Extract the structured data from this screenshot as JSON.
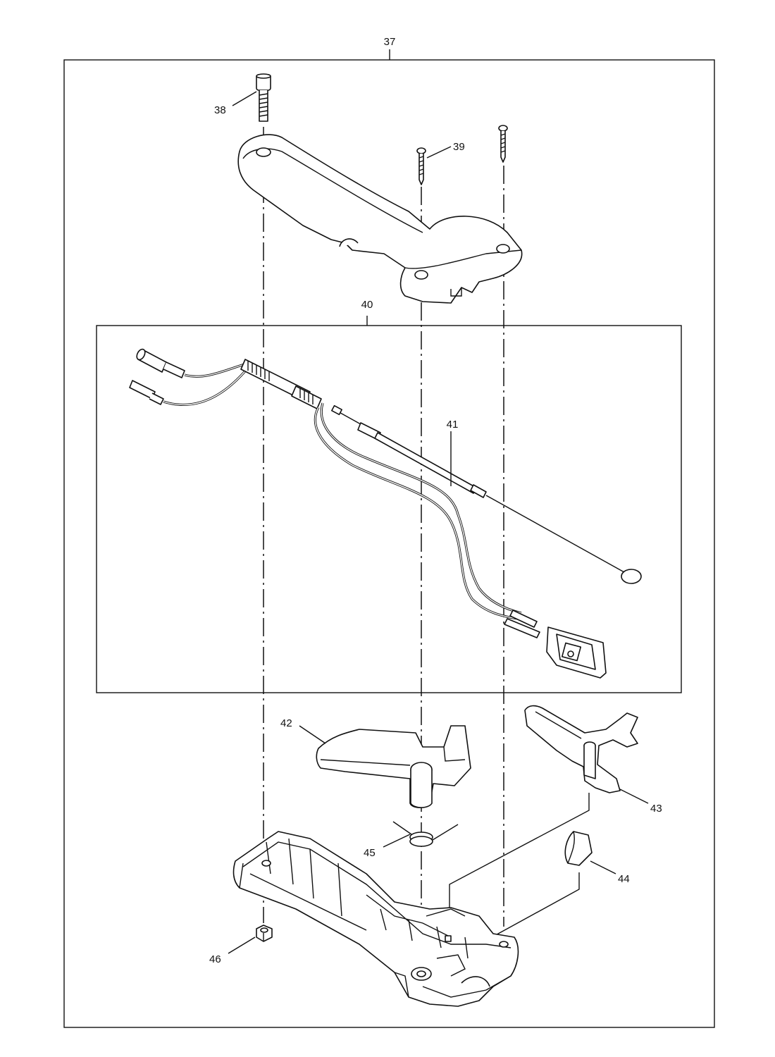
{
  "callouts": {
    "c37": "37",
    "c38": "38",
    "c39": "39",
    "c40": "40",
    "c41": "41",
    "c42": "42",
    "c43": "43",
    "c44": "44",
    "c45": "45",
    "c46": "46"
  },
  "colors": {
    "line": "#111111",
    "shade": "#d9d9d9",
    "background": "#ffffff"
  }
}
